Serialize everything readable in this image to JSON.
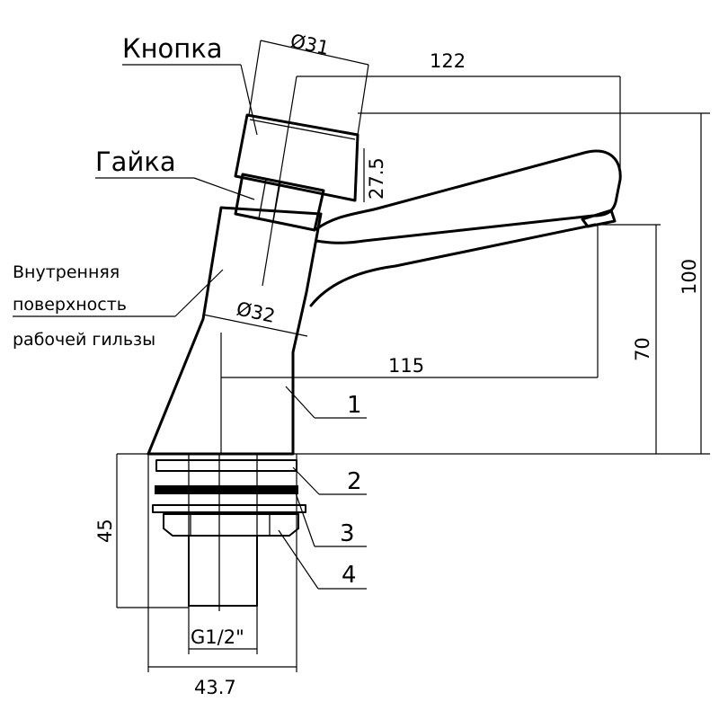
{
  "labels": {
    "button": "Кнопка",
    "nut": "Гайка",
    "inner_line1": "Внутренняя",
    "inner_line2": "поверхность",
    "inner_line3": "рабочей гильзы"
  },
  "dimensions": {
    "d_button": "Ø31",
    "d_body": "Ø32",
    "button_height": "27.5",
    "reach_top": "122",
    "reach_bottom": "115",
    "height_total": "100",
    "height_spout": "70",
    "height_base": "45",
    "thread": "G1/2\"",
    "base_width": "43.7"
  },
  "parts": [
    "1",
    "2",
    "3",
    "4"
  ]
}
